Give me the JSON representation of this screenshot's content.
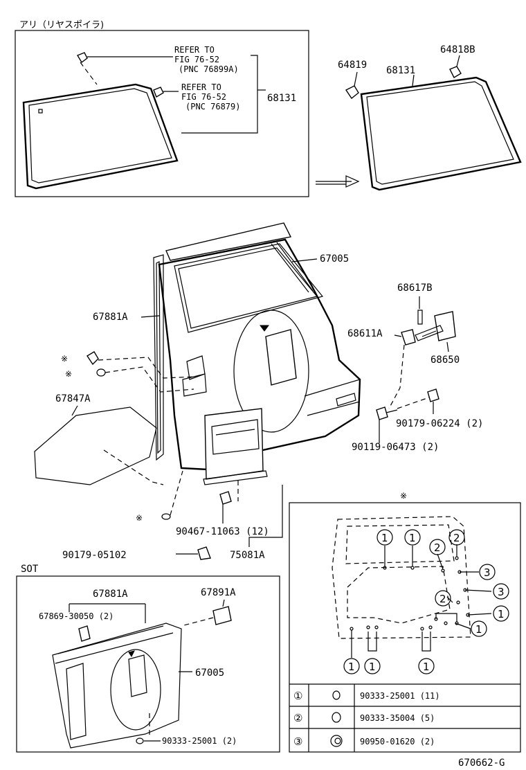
{
  "top_box_label": "アリ（リヤスポイラ)",
  "refer1": [
    "REFER TO",
    "FIG 76-52",
    "(PNC 76899A)"
  ],
  "refer2": [
    "REFER TO",
    "FIG 76-52",
    "(PNC 76879)"
  ],
  "glass_part": "68131",
  "top_right": {
    "clip_a": "64819",
    "clip_b": "64818B",
    "glass": "68131"
  },
  "door": {
    "door_panel": "67005",
    "weatherstrip": "67881A",
    "cover": "67847A",
    "asterisk": "※",
    "hinge_pin": "68617B",
    "hinge_link": "68611A",
    "hinge": "68650",
    "bolt_a": "90179-06224 (2)",
    "bolt_b": "90119-06473 (2)",
    "clip": "90467-11063 (12)",
    "nut": "90179-05102",
    "plate": "75081A"
  },
  "sot": {
    "label": "SOT",
    "weatherstrip": "67881A",
    "screw": "67869-30050 (2)",
    "pad": "67891A",
    "door_panel": "67005",
    "clip": "90333-25001 (2)"
  },
  "detail": {
    "asterisk": "※",
    "callouts": [
      "①",
      "②",
      "③"
    ],
    "legend": [
      {
        "num": "①",
        "part": "90333-25001 (11)"
      },
      {
        "num": "②",
        "part": "90333-35004 (5)"
      },
      {
        "num": "③",
        "part": "90950-01620 (2)"
      }
    ]
  },
  "figure_code": "670662-G"
}
